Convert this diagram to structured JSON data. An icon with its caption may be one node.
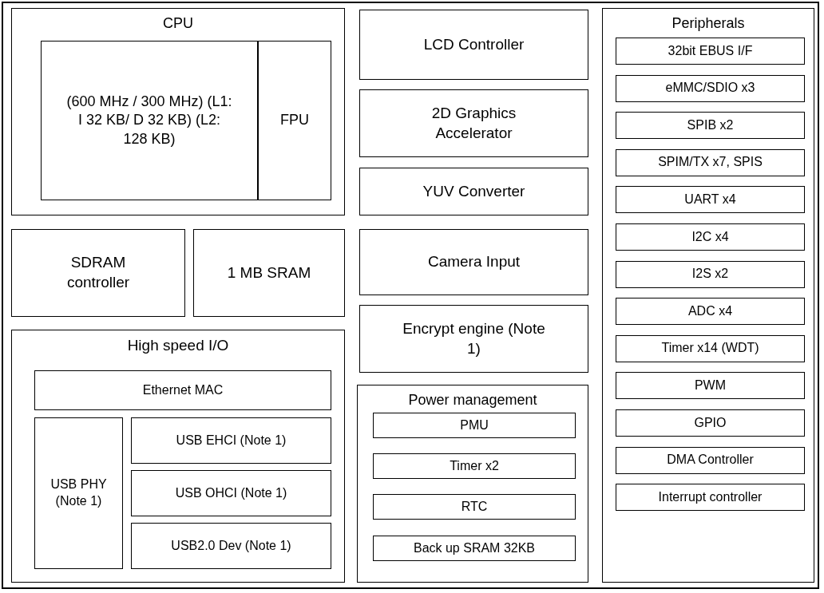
{
  "diagram": {
    "nodes": [
      {
        "text": [
          "CPU"
        ]
      },
      {
        "text": [
          "(600 MHz / 300 MHz) (L1: I 32 KB/ D 32 KB) (L2: 128 KB)"
        ],
        "in": 0
      },
      {
        "text": [
          "FPU"
        ],
        "in": 0
      },
      {
        "text": [
          "LCD Controller"
        ]
      },
      {
        "text": [
          "2D Graphics Accelerator"
        ]
      },
      {
        "text": [
          "YUV Converter"
        ]
      },
      {
        "text": [
          "Peripherals"
        ]
      },
      {
        "text": [
          "32bit EBUS I/F"
        ],
        "in": 6
      },
      {
        "text": [
          "eMMC/SDIO x3"
        ],
        "in": 6
      },
      {
        "text": [
          "SPIB x2"
        ],
        "in": 6
      },
      {
        "text": [
          "SPIM/TX x7, SPIS"
        ],
        "in": 6
      },
      {
        "text": [
          "UART x4"
        ],
        "in": 6
      },
      {
        "text": [
          "I2C x4"
        ],
        "in": 6
      },
      {
        "text": [
          "I2S x2"
        ],
        "in": 6
      },
      {
        "text": [
          "ADC x4"
        ],
        "in": 6
      },
      {
        "text": [
          "Timer x14 (WDT)"
        ],
        "in": 6
      },
      {
        "text": [
          "PWM"
        ],
        "in": 6
      },
      {
        "text": [
          "GPIO"
        ],
        "in": 6
      },
      {
        "text": [
          "DMA Controller"
        ],
        "in": 6
      },
      {
        "text": [
          "Interrupt controller"
        ],
        "in": 6
      },
      {
        "text": [
          "SDRAM controller"
        ]
      },
      {
        "text": [
          "1 MB SRAM"
        ]
      },
      {
        "text": [
          "Camera Input"
        ]
      },
      {
        "text": [
          "Encrypt engine (Note 1)"
        ]
      },
      {
        "text": [
          "High speed I/O"
        ]
      },
      {
        "text": [
          "Ethernet MAC"
        ],
        "in": 24
      },
      {
        "text": [
          "USB PHY (Note 1)"
        ],
        "in": 24
      },
      {
        "text": [
          "USB EHCI (Note 1)"
        ],
        "in": 24
      },
      {
        "text": [
          "USB OHCI (Note 1)"
        ],
        "in": 24
      },
      {
        "text": [
          "USB2.0 Dev (Note 1)"
        ],
        "in": 24
      },
      {
        "text": [
          "Power management"
        ]
      },
      {
        "text": [
          "PMU"
        ],
        "in": 30
      },
      {
        "text": [
          "Timer x2"
        ],
        "in": 30
      },
      {
        "text": [
          "RTC"
        ],
        "in": 30
      },
      {
        "text": [
          "Back up SRAM 32KB"
        ],
        "in": 30
      }
    ],
    "edges": []
  }
}
